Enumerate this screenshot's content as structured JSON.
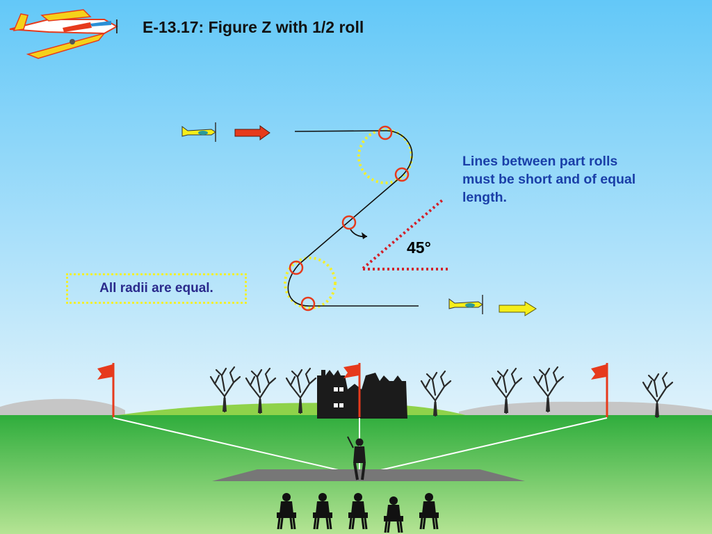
{
  "title": "E-13.17: Figure Z with 1/2 roll",
  "note": {
    "lines": [
      "Lines between part rolls",
      "must be short and of equal",
      "length."
    ],
    "color": "#1a3fa8"
  },
  "radii_label": "All radii are equal.",
  "radii_color": "#2a2a8c",
  "angle_label": "45°",
  "colors": {
    "sky_top": "#63c8f8",
    "sky_bottom": "#dff2fb",
    "grass_top": "#2fad3c",
    "grass_bottom": "#b5e494",
    "flightpath": "#111111",
    "roll_marker": "#e63a1c",
    "radius_dots": "#f2ef2e",
    "angle_dots": "#d2202a",
    "entry_arrow": "#e63a1c",
    "exit_arrow": "#f5ee1a",
    "flag": "#e63a1c"
  },
  "icons": [
    "model-plane-logo-icon",
    "entry-plane-icon",
    "exit-plane-icon",
    "entry-arrow-icon",
    "exit-arrow-icon",
    "flag-icon",
    "tree-icon",
    "castle-icon",
    "pilot-icon",
    "judge-icon"
  ]
}
